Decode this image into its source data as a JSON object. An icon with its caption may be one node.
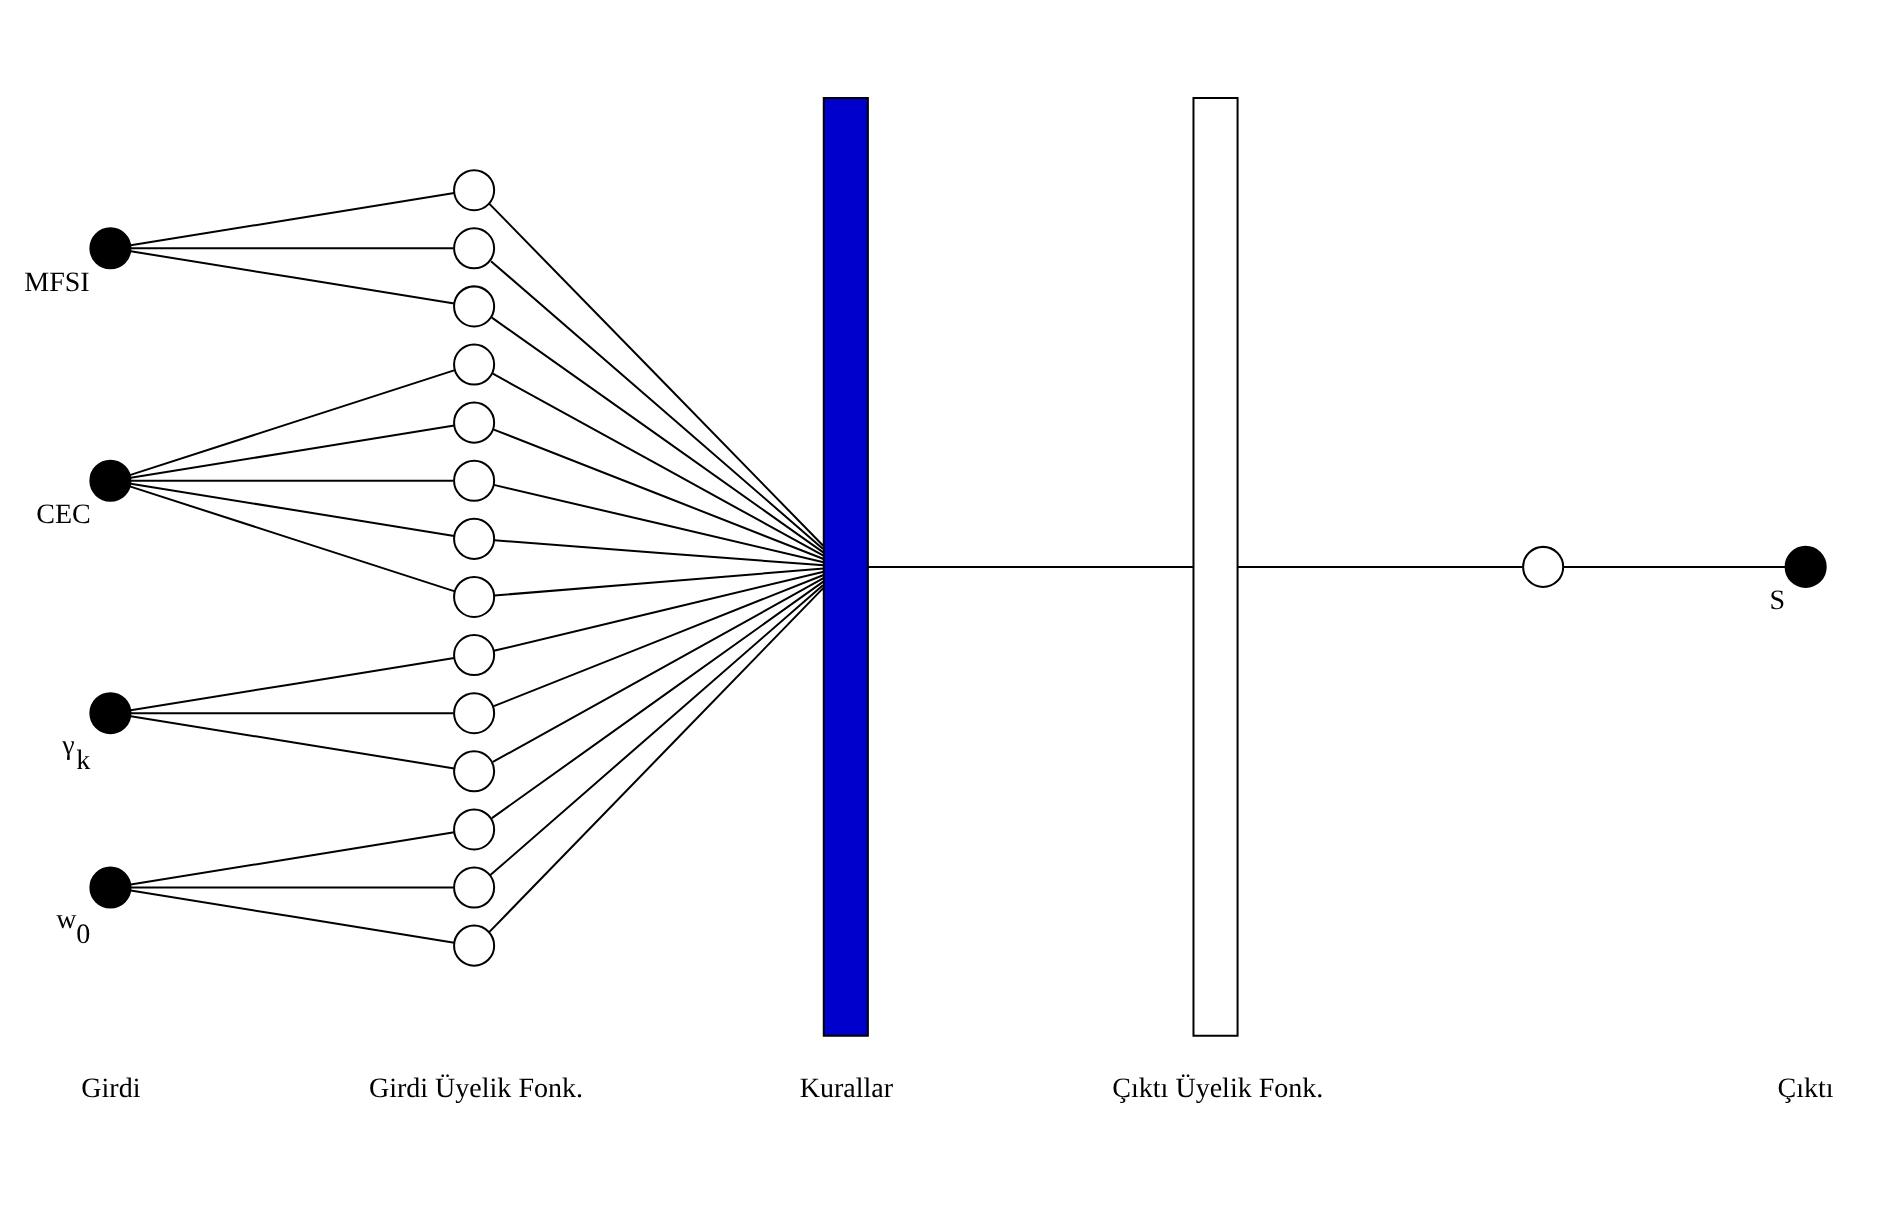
{
  "diagram": {
    "nodes": [
      {
        "text": [],
        "shape": "circle",
        "beside": [
          "MFSI"
        ]
      },
      {
        "text": [],
        "shape": "circle",
        "beside": [
          "CEC"
        ]
      },
      {
        "text": [],
        "shape": "circle",
        "beside": [
          "γ$_{k}$"
        ]
      },
      {
        "text": [],
        "shape": "circle",
        "beside": [
          "w$_{0}$"
        ]
      },
      {
        "text": [],
        "shape": "circle"
      },
      {
        "text": [],
        "shape": "circle"
      },
      {
        "text": [],
        "shape": "circle"
      },
      {
        "text": [],
        "shape": "circle"
      },
      {
        "text": [],
        "shape": "circle"
      },
      {
        "text": [],
        "shape": "circle"
      },
      {
        "text": [],
        "shape": "circle"
      },
      {
        "text": [],
        "shape": "circle"
      },
      {
        "text": [],
        "shape": "circle"
      },
      {
        "text": [],
        "shape": "circle"
      },
      {
        "text": [],
        "shape": "circle"
      },
      {
        "text": [],
        "shape": "circle"
      },
      {
        "text": [],
        "shape": "circle"
      },
      {
        "text": [],
        "shape": "circle"
      },
      {
        "text": [],
        "shape": "bar"
      },
      {
        "text": [],
        "shape": "bar"
      },
      {
        "text": [],
        "shape": "circle"
      },
      {
        "text": [],
        "shape": "circle",
        "beside": [
          "S"
        ]
      }
    ],
    "edges": [
      {
        "from": 0,
        "to": 4,
        "arrow": "none"
      },
      {
        "from": 0,
        "to": 5,
        "arrow": "none"
      },
      {
        "from": 0,
        "to": 6,
        "arrow": "none"
      },
      {
        "from": 1,
        "to": 7,
        "arrow": "none"
      },
      {
        "from": 1,
        "to": 8,
        "arrow": "none"
      },
      {
        "from": 1,
        "to": 9,
        "arrow": "none"
      },
      {
        "from": 1,
        "to": 10,
        "arrow": "none"
      },
      {
        "from": 1,
        "to": 11,
        "arrow": "none"
      },
      {
        "from": 2,
        "to": 12,
        "arrow": "none"
      },
      {
        "from": 2,
        "to": 13,
        "arrow": "none"
      },
      {
        "from": 2,
        "to": 14,
        "arrow": "none"
      },
      {
        "from": 3,
        "to": 15,
        "arrow": "none"
      },
      {
        "from": 3,
        "to": 16,
        "arrow": "none"
      },
      {
        "from": 3,
        "to": 17,
        "arrow": "none"
      },
      {
        "from": 4,
        "to": 18,
        "arrow": "none"
      },
      {
        "from": 5,
        "to": 18,
        "arrow": "none"
      },
      {
        "from": 6,
        "to": 18,
        "arrow": "none"
      },
      {
        "from": 7,
        "to": 18,
        "arrow": "none"
      },
      {
        "from": 8,
        "to": 18,
        "arrow": "none"
      },
      {
        "from": 9,
        "to": 18,
        "arrow": "none"
      },
      {
        "from": 10,
        "to": 18,
        "arrow": "none"
      },
      {
        "from": 11,
        "to": 18,
        "arrow": "none"
      },
      {
        "from": 12,
        "to": 18,
        "arrow": "none"
      },
      {
        "from": 13,
        "to": 18,
        "arrow": "none"
      },
      {
        "from": 14,
        "to": 18,
        "arrow": "none"
      },
      {
        "from": 15,
        "to": 18,
        "arrow": "none"
      },
      {
        "from": 16,
        "to": 18,
        "arrow": "none"
      },
      {
        "from": 17,
        "to": 18,
        "arrow": "none"
      },
      {
        "from": 18,
        "to": 19,
        "arrow": "none"
      },
      {
        "from": 19,
        "to": 20,
        "arrow": "none"
      },
      {
        "from": 20,
        "to": 21,
        "arrow": "none"
      }
    ],
    "labels": [
      "Girdi",
      "Girdi Üyelik Fonk.",
      "Kurallar",
      "Çıktı Üyelik Fonk.",
      "Çıktı"
    ]
  }
}
